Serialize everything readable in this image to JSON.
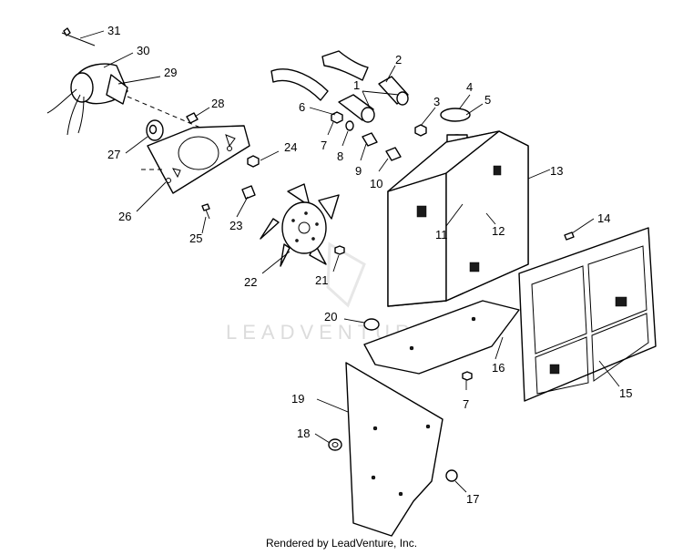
{
  "watermark": "LEADVENTURE",
  "footer": "Rendered by LeadVenture, Inc.",
  "callouts": [
    "1",
    "2",
    "3",
    "4",
    "5",
    "6",
    "7",
    "8",
    "9",
    "10",
    "11",
    "12",
    "13",
    "14",
    "15",
    "16",
    "17",
    "18",
    "19",
    "20",
    "21",
    "22",
    "23",
    "24",
    "25",
    "26",
    "27",
    "28",
    "29",
    "30",
    "31",
    "7"
  ]
}
